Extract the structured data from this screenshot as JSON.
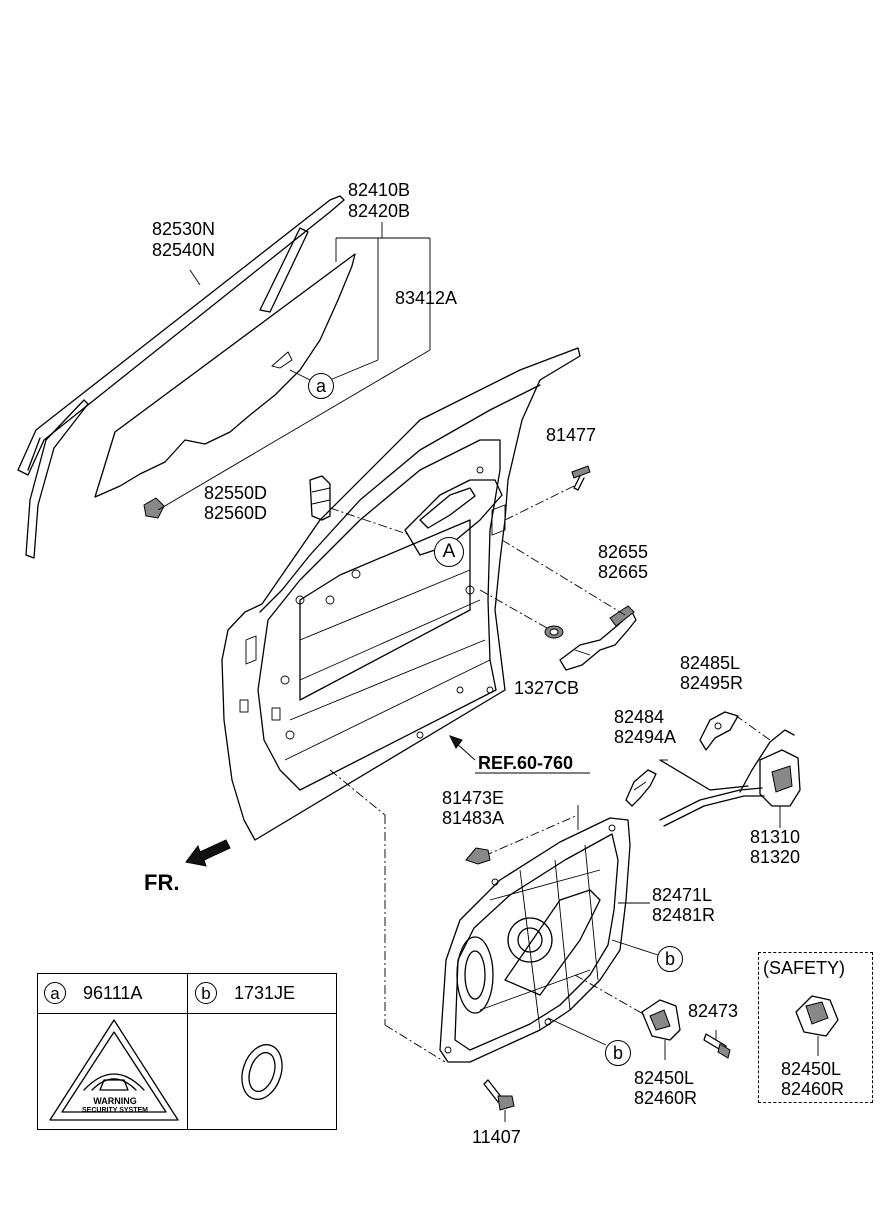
{
  "labels": {
    "p82410b": "82410B",
    "p82420b": "82420B",
    "p82530n": "82530N",
    "p82540n": "82540N",
    "p83412a": "83412A",
    "p81477": "81477",
    "p82550d": "82550D",
    "p82560d": "82560D",
    "p82655": "82655",
    "p82665": "82665",
    "p1327cb": "1327CB",
    "p82485l": "82485L",
    "p82495r": "82495R",
    "p82484": "82484",
    "p82494a": "82494A",
    "ref": "REF.60-760",
    "p81473e": "81473E",
    "p81483a": "81483A",
    "p81310": "81310",
    "p81320": "81320",
    "p82471l": "82471L",
    "p82481r": "82481R",
    "p82473": "82473",
    "p82450l": "82450L",
    "p82460r": "82460R",
    "p11407": "11407",
    "safety_title": "(SAFETY)",
    "safety_82450l": "82450L",
    "safety_82460r": "82460R",
    "fr": "FR."
  },
  "callouts": {
    "a": "a",
    "A": "A",
    "b1": "b",
    "b2": "b"
  },
  "legend": {
    "a_key": "a",
    "a_part": "96111A",
    "b_key": "b",
    "b_part": "1731JE",
    "badge_text1": "WARNING",
    "badge_text2": "SECURITY SYSTEM"
  }
}
